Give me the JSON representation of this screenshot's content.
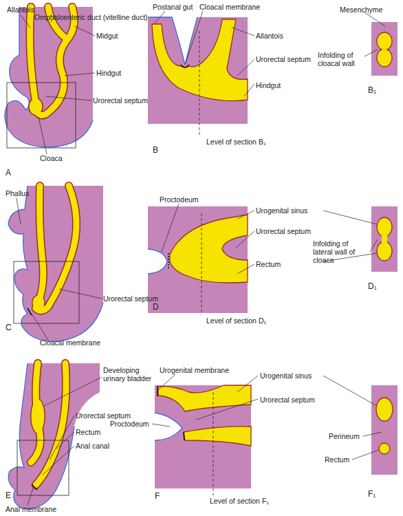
{
  "diagram": {
    "labels": [
      "Allantois",
      "Omphaloenteric duct (vitelline duct)",
      "Midgut",
      "Hindgut",
      "Urorectal septum",
      "Cloaca",
      "A",
      "Postanal gut",
      "Cloacal membrane",
      "Allantois",
      "Urorectal septum",
      "Hindgut",
      "Level of section B₁",
      "B",
      "Mesenchyme",
      "Infolding of cloacal wall",
      "B₁",
      "Phallus",
      "Urorectal septum",
      "Cloacal membrane",
      "C",
      "Proctodeum",
      "Urogenital sinus",
      "Urorectal septum",
      "Infolding of lateral wall of cloaca",
      "Rectum",
      "Level of section D₁",
      "D",
      "D₁",
      "Developing urinary bladder",
      "Urorectal septum",
      "Rectum",
      "Anal canal",
      "Anal membrane",
      "E",
      "Urogenital membrane",
      "Urogenital sinus",
      "Proctodeum",
      "Urorectal septum",
      "Perineum",
      "Rectum",
      "Level of section F₁",
      "F",
      "F₁"
    ]
  }
}
